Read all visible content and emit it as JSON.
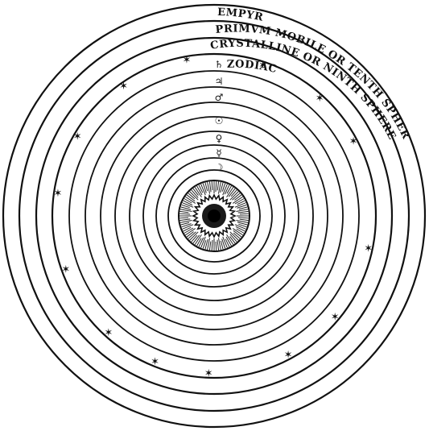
{
  "diagram": {
    "spheres": [
      {
        "id": "empyreum",
        "label": "EMPYREVM"
      },
      {
        "id": "primum-mobile",
        "label": "PRIMVM MOBILE OR TENTH SPHERE"
      },
      {
        "id": "crystalline",
        "label": "CRYSTALLINE OR NINTH SPHERE"
      },
      {
        "id": "zodiac",
        "label": "ZODIAC"
      }
    ],
    "planet_symbols": [
      "♄",
      "♃",
      "♂",
      "☉",
      "♀",
      "☿",
      "☽"
    ],
    "star_glyph": "✶"
  }
}
